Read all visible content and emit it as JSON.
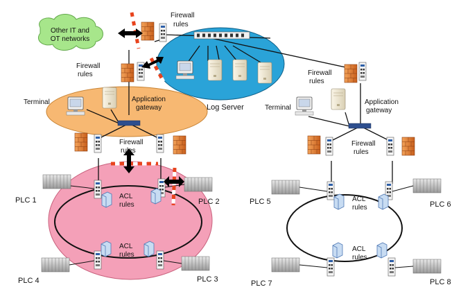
{
  "cloud": {
    "line1": "Other IT and",
    "line2": "OT networks"
  },
  "firewalls": {
    "top": "Firewall rules",
    "left": "Firewall rules",
    "left_bottom": "Firewall rules",
    "right": "Firewall rules",
    "right_bottom": "Firewall rules"
  },
  "left_site": {
    "terminal": "Terminal",
    "gateway_line1": "Application",
    "gateway_line2": "gateway",
    "acl_upper": "ACL rules",
    "acl_lower": "ACL rules",
    "plc1": "PLC 1",
    "plc2": "PLC 2",
    "plc3": "PLC 3",
    "plc4": "PLC 4"
  },
  "right_site": {
    "terminal": "Terminal",
    "gateway_line1": "Application",
    "gateway_line2": "gateway",
    "acl_upper": "ACL rules",
    "acl_lower": "ACL rules",
    "plc5": "PLC 5",
    "plc6": "PLC 6",
    "plc7": "PLC 7",
    "plc8": "PLC 8"
  },
  "log_server": {
    "label": "Log Server"
  },
  "colors": {
    "cloud": "#9be27c",
    "log_zone": "#1f9fd6",
    "gateway_zone": "#f5b46a",
    "plc_zone": "#f39bb4",
    "firewall": "#e07a2c",
    "arrow": "#000000",
    "barrier_red": "#e8431d"
  }
}
